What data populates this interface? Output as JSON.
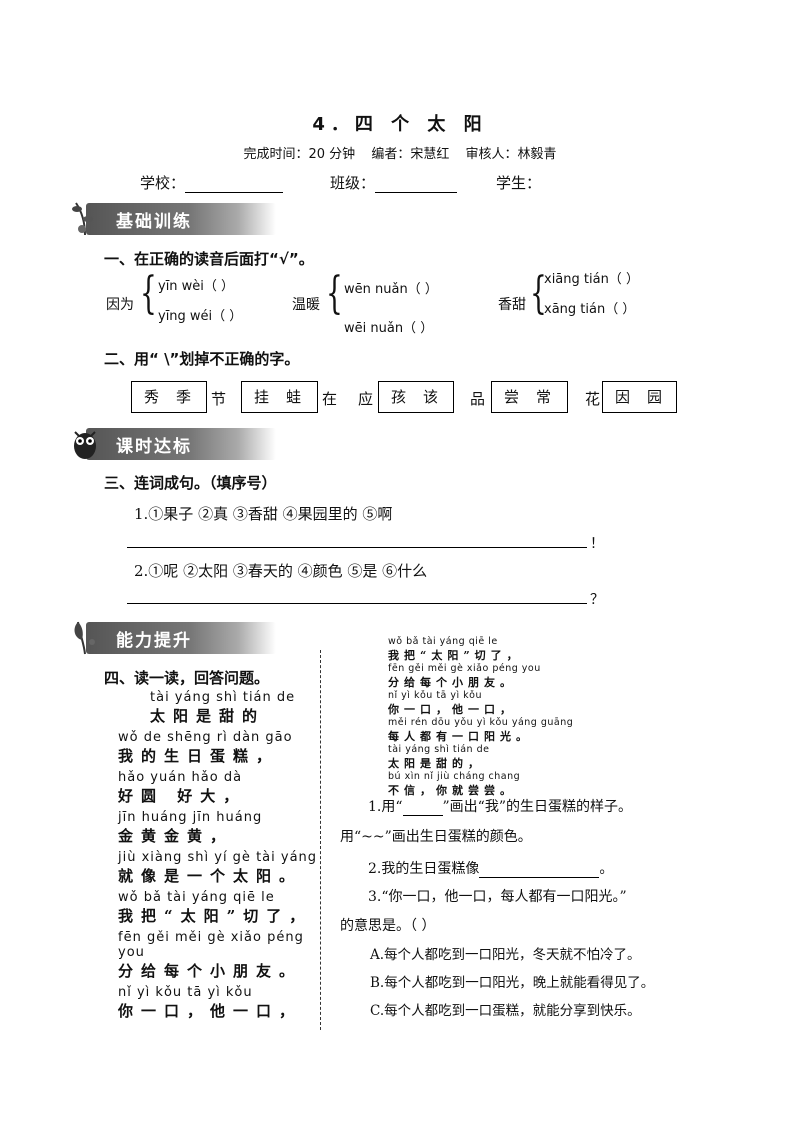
{
  "header": {
    "title": "4．四 个 太 阳",
    "time": "完成时间：20 分钟",
    "editor": "编者：宋慧红",
    "reviewer": "审核人：林毅青"
  },
  "info": {
    "school": "学校：",
    "class": "班级：",
    "student": "学生："
  },
  "banners": {
    "basic": "基础训练",
    "class": "课时达标",
    "ability": "能力提升"
  },
  "q1": {
    "title": "一、在正确的读音后面打“√”。",
    "words": [
      {
        "word": "因为",
        "opts": [
          "yīn  wèi（      ）",
          "yīng  wéi（      ）"
        ]
      },
      {
        "word": "温暖",
        "opts": [
          "wēn   nuǎn（      ）",
          "wēi   nuǎn（      ）"
        ]
      },
      {
        "word": "香甜",
        "opts": [
          "xiāng  tián（      ）",
          "xāng  tián（      ）"
        ]
      }
    ]
  },
  "q2": {
    "title": "二、用“ \\”划掉不正确的字。",
    "boxes": [
      [
        "秀",
        "季"
      ],
      [
        "挂",
        "蛙"
      ],
      [
        "孩",
        "该"
      ],
      [
        "尝",
        "常"
      ],
      [
        "因",
        "园"
      ]
    ],
    "between": [
      "节",
      "在",
      "应",
      "品",
      "花"
    ]
  },
  "q3": {
    "title": "三、连词成句。（填序号）",
    "item1": "1.①果子   ②真   ③香甜   ④果园里的   ⑤啊",
    "end1": "！",
    "item2": "2.①呢   ②太阳   ③春天的   ④颜色   ⑤是   ⑥什么",
    "end2": "？"
  },
  "q4": {
    "title": "四、读一读，回答问题。",
    "poem": [
      {
        "py": "tài yáng shì tián de",
        "cn": "太阳是甜的"
      },
      {
        "py": "wǒ de shēng rì dàn gāo",
        "cn": "我的生日蛋糕，"
      },
      {
        "py": "hǎo yuán hǎo dà",
        "cn": "好圆 好大，"
      },
      {
        "py": "jīn huáng jīn huáng",
        "cn": "金黄金黄，"
      },
      {
        "py": "jiù xiàng shì yí gè tài yáng",
        "cn": "就像是一个太阳。"
      },
      {
        "py": "wǒ bǎ  tài yáng  qiē le",
        "cn": "我把“太阳”切了，"
      },
      {
        "py": "fēn gěi měi gè xiǎo péng you",
        "cn": "分给每个小朋友。"
      },
      {
        "py": "nǐ yì kǒu   tā yì kǒu",
        "cn": "你一口，他一口，"
      }
    ],
    "poem_right": [
      {
        "py": "wǒ bǎ   tài yáng   qiē le",
        "cn": "我把“太阳”切了，"
      },
      {
        "py": "fēn gěi měi gè xiǎo péng you",
        "cn": "分给每个小朋友。"
      },
      {
        "py": "nǐ yì kǒu    tā yì kǒu",
        "cn": "你一口，他一口，"
      },
      {
        "py": "měi rén dōu yǒu yì kǒu yáng guāng",
        "cn": "每人都有一口阳光。"
      },
      {
        "py": "tài yáng shì tián de",
        "cn": "太阳是甜的，"
      },
      {
        "py": "bú xìn   nǐ jiù cháng chang",
        "cn": "不信，你就尝尝。"
      }
    ],
    "sub1a": "1.用“",
    "sub1b": "”画出“我”的生日蛋糕的样子。",
    "sub1c": "用“~~”画出生日蛋糕的颜色。",
    "sub2": "2.我的生日蛋糕像",
    "sub2end": "。",
    "sub3": "3.“你一口，他一口，每人都有一口阳光。”",
    "sub3b": "的意思是。（        ）",
    "optA": "A.每个人都吃到一口阳光，冬天就不怕冷了。",
    "optB": "B.每个人都吃到一口阳光，晚上就能看得见了。",
    "optC": "C.每个人都吃到一口蛋糕，就能分享到快乐。"
  }
}
